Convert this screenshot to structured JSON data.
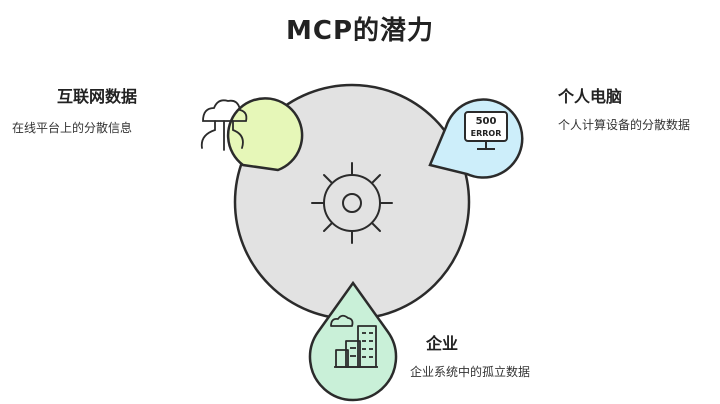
{
  "title": "MCP的潜力",
  "nodes": {
    "internet": {
      "heading": "互联网数据",
      "description": "在线平台上的分散信息",
      "color": "#e6f7b8"
    },
    "pc": {
      "heading": "个人电脑",
      "description": "个人计算设备的分散数据",
      "color": "#cdeefa",
      "screen_line1": "500",
      "screen_line2": "ERROR"
    },
    "enterprise": {
      "heading": "企业",
      "description": "企业系统中的孤立数据",
      "color": "#c9f0d8"
    }
  },
  "center": {
    "color": "#e2e2e2",
    "icon": "sun-icon"
  }
}
